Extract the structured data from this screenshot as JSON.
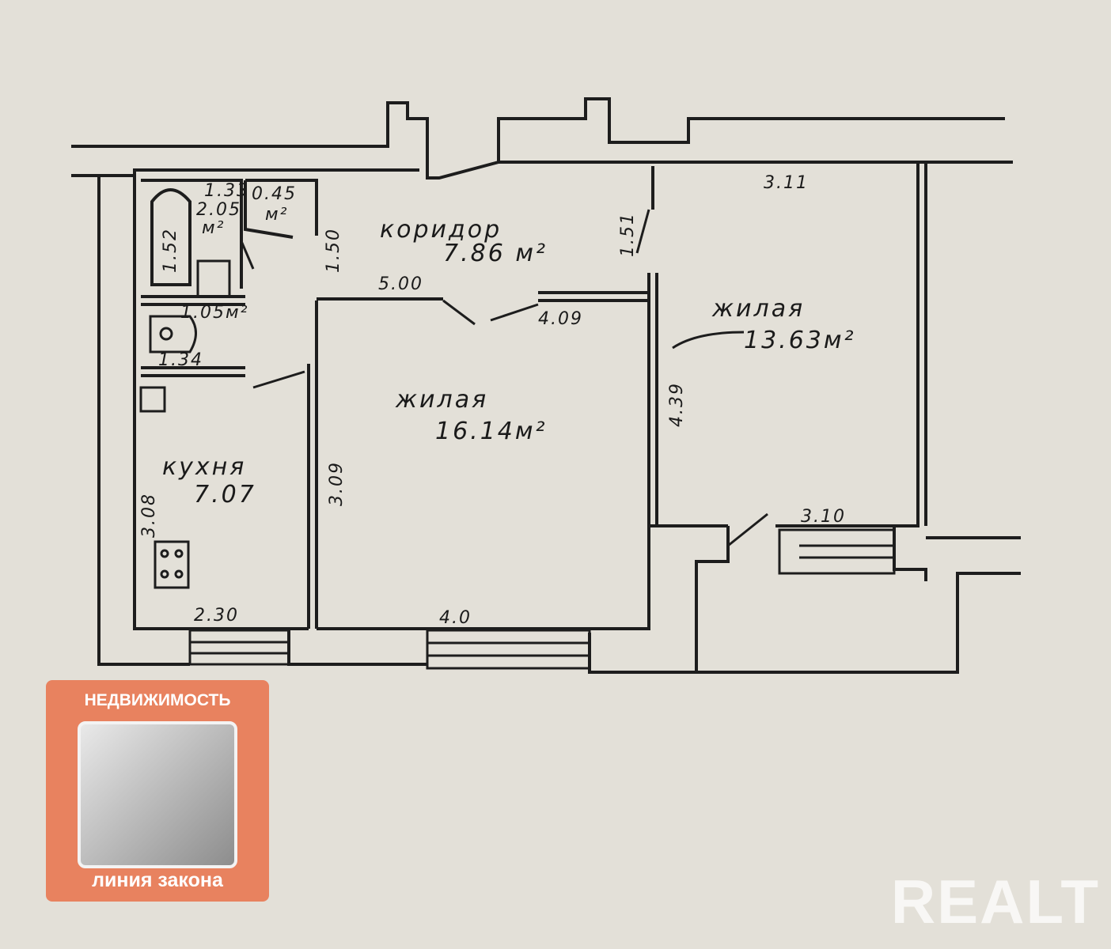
{
  "rooms": {
    "corridor": {
      "name": "коридор",
      "area": "7.86 м²"
    },
    "living_right": {
      "name": "жилая",
      "area": "13.63м²"
    },
    "living_center": {
      "name": "жилая",
      "area": "16.14м²"
    },
    "kitchen": {
      "name": "кухня",
      "area": "7.07"
    },
    "bath": {
      "area": "2.05",
      "unit": "м²"
    },
    "wc": {
      "area": "0.45",
      "unit": "м²"
    },
    "bath2": {
      "area": "1.05м²"
    }
  },
  "dimensions": {
    "d311": "3.11",
    "d151": "1.51",
    "d150": "1.50",
    "d500": "5.00",
    "d409": "4.09",
    "d439": "4.39",
    "d309": "3.09",
    "d308": "3.08",
    "d230": "2.30",
    "d40": "4.0",
    "d310": "3.10",
    "d133": "1.33",
    "d152": "1.52",
    "d134": "1.34"
  },
  "logo": {
    "top": "НЕДВИЖИМОСТЬ",
    "bottom": "линия закона"
  },
  "watermark": "REALT"
}
